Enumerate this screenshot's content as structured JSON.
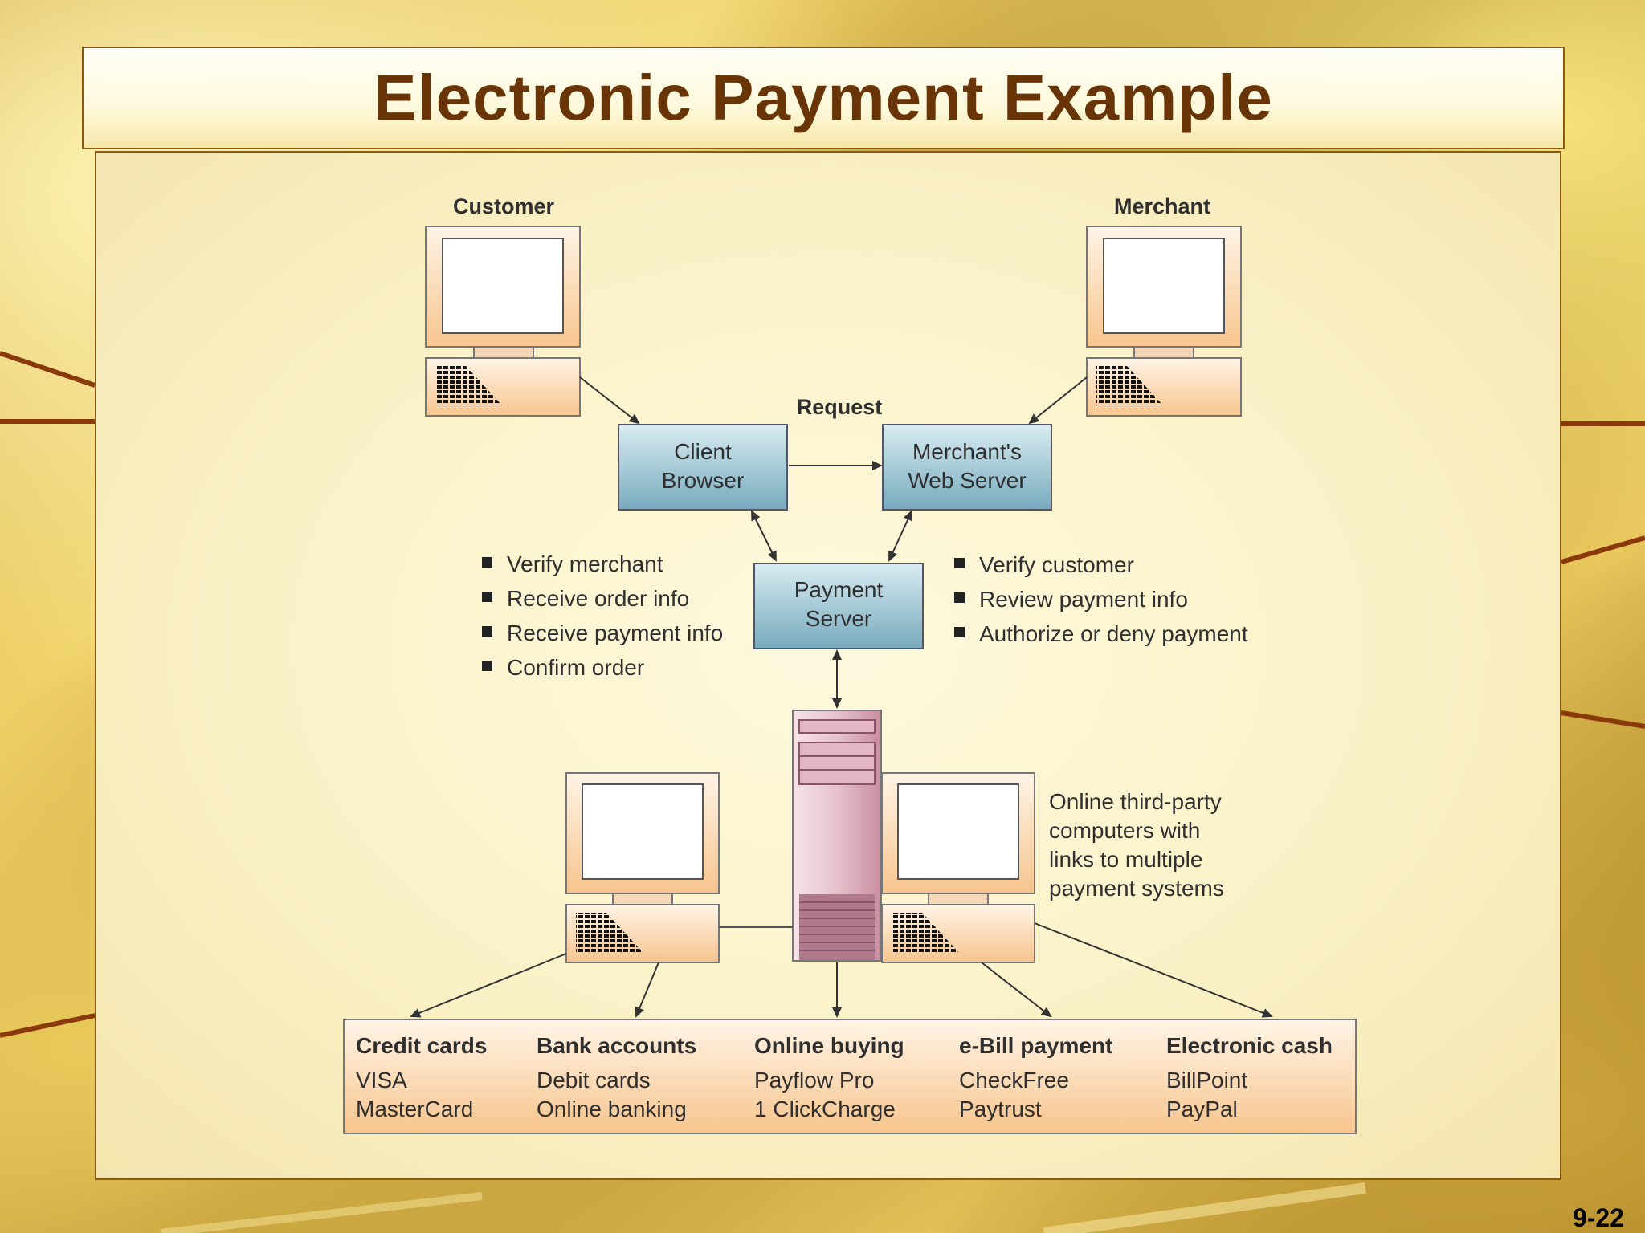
{
  "slide": {
    "title": "Electronic Payment Example",
    "slide_number": "9-22"
  },
  "diagram": {
    "customer_label": "Customer",
    "merchant_label": "Merchant",
    "request_label": "Request",
    "client_browser": [
      "Client",
      "Browser"
    ],
    "merchant_server": [
      "Merchant's",
      "Web Server"
    ],
    "payment_server": [
      "Payment",
      "Server"
    ],
    "left_bullets": [
      "Verify merchant",
      "Receive order info",
      "Receive payment info",
      "Confirm order"
    ],
    "right_bullets": [
      "Verify customer",
      "Review payment info",
      "Authorize or deny payment"
    ],
    "third_party_note": [
      "Online third-party",
      "computers with",
      "links to multiple",
      "payment systems"
    ],
    "payment_systems": [
      {
        "header": "Credit cards",
        "items": [
          "VISA",
          "MasterCard"
        ]
      },
      {
        "header": "Bank accounts",
        "items": [
          "Debit cards",
          "Online banking"
        ]
      },
      {
        "header": "Online buying",
        "items": [
          "Payflow Pro",
          "1 ClickCharge"
        ]
      },
      {
        "header": "e-Bill payment",
        "items": [
          "CheckFree",
          "Paytrust"
        ]
      },
      {
        "header": "Electronic cash",
        "items": [
          "BillPoint",
          "PayPal"
        ]
      }
    ]
  },
  "colors": {
    "title_text": "#6a3506",
    "box_blue_top": "#d3e8ef",
    "box_blue_bottom": "#7fb2c4",
    "computer_peach": "#fbd6ae",
    "server_pink": "#d8a7b6"
  }
}
